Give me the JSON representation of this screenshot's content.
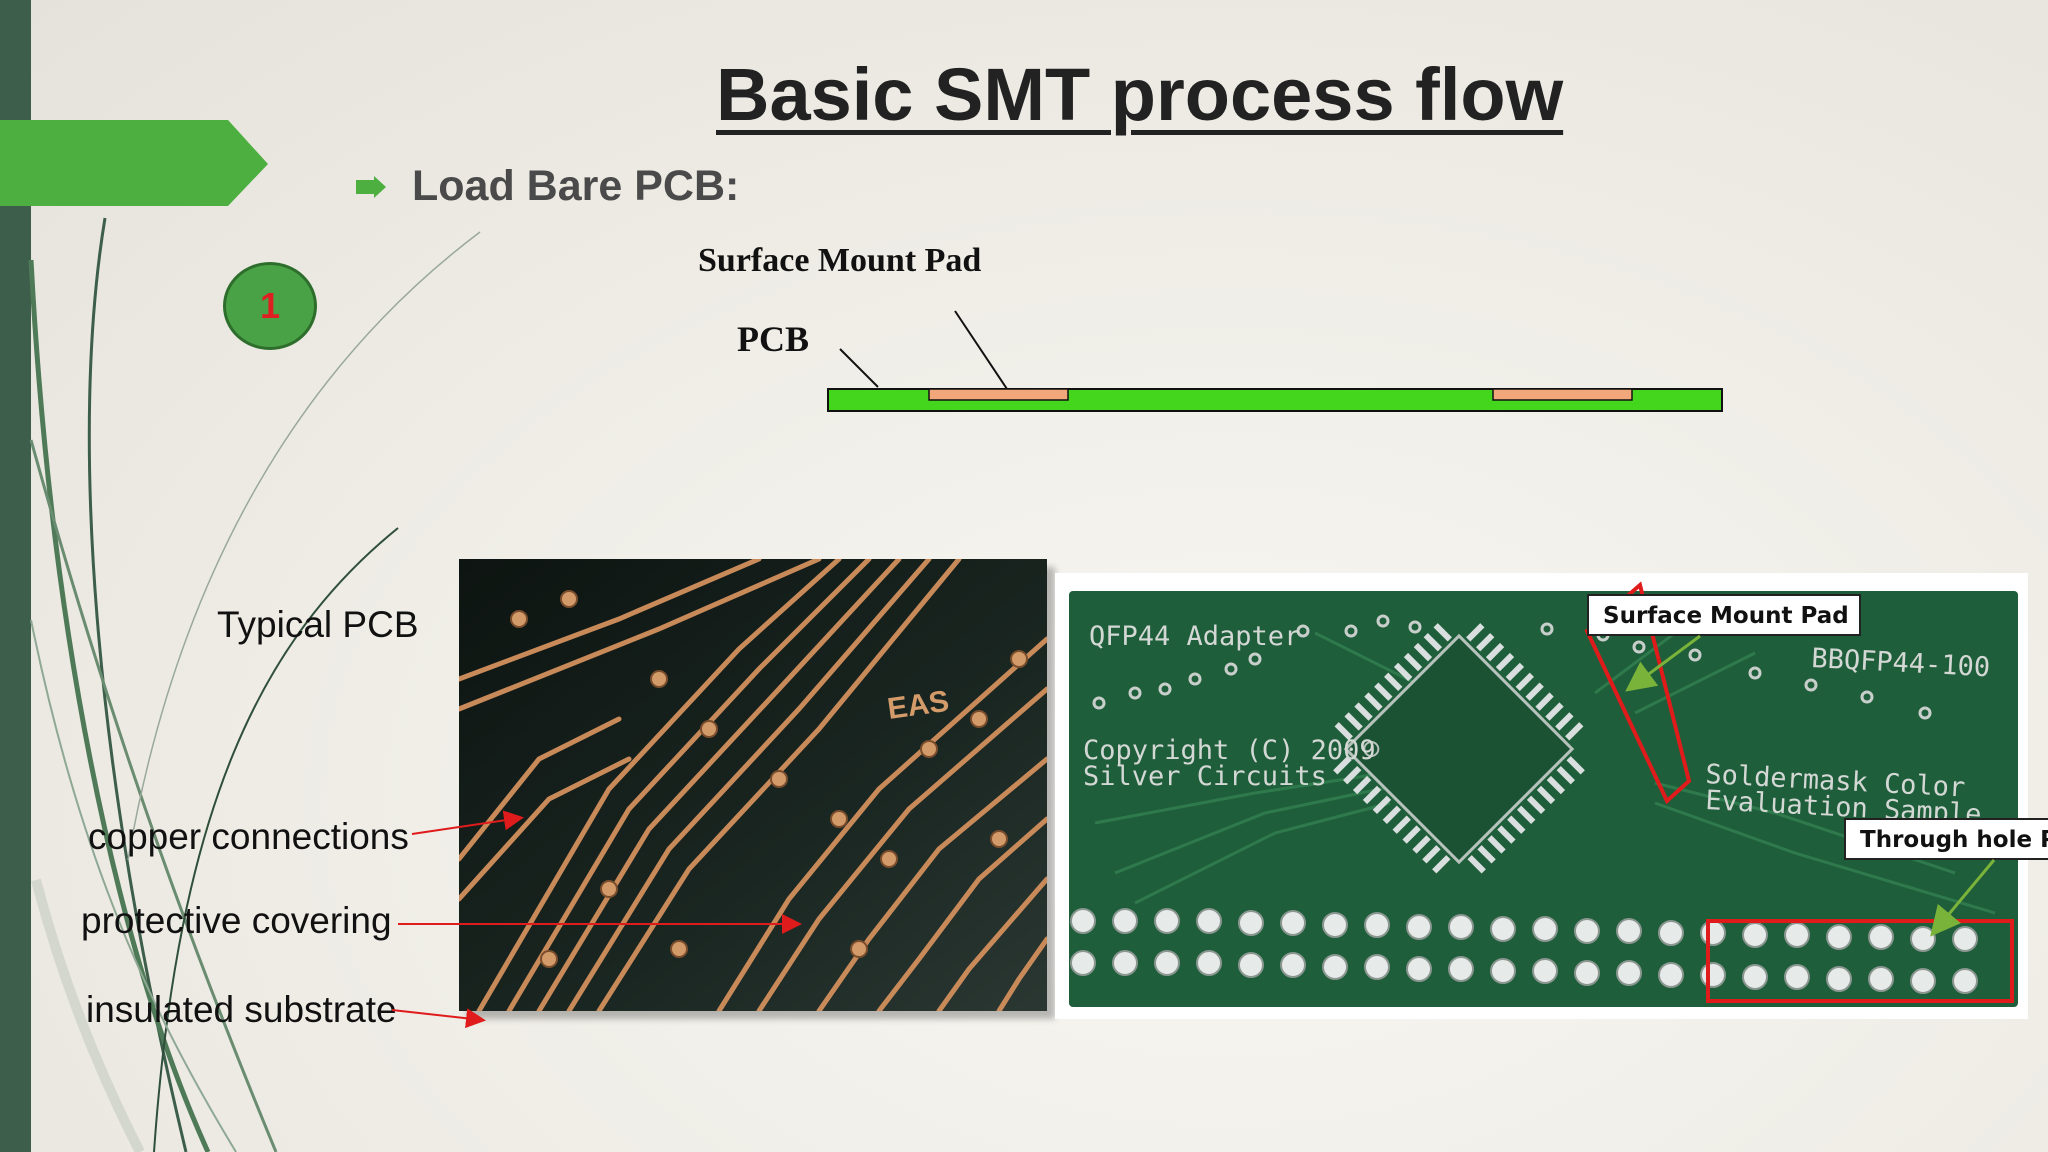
{
  "slide": {
    "title": "Basic SMT process flow",
    "bullet": "Load Bare PCB:",
    "step_number": "1"
  },
  "diagram": {
    "surface_mount_pad_label": "Surface Mount Pad",
    "pcb_label": "PCB"
  },
  "labels": {
    "typical_pcb": "Typical PCB",
    "copper_connections": "copper connections",
    "protective_covering": "protective covering",
    "insulated_substrate": "insulated substrate"
  },
  "board_photo": {
    "silkscreen_title": "QFP44 Adapter",
    "silkscreen_part": "BBQFP44-100",
    "copyright_line1": "Copyright (C) 2009",
    "copyright_line2": "Silver Circuits",
    "soldermask_line1": "Soldermask Color",
    "soldermask_line2": "Evaluation Sample",
    "callout_surface_mount": "Surface Mount  Pad",
    "callout_through_hole": "Through hole Pad"
  },
  "pcb_photo": {
    "etched_text": "EAS"
  },
  "colors": {
    "accent_green": "#4caf3f",
    "sidebar": "#3c5e4b",
    "pcb_green": "#44d61c",
    "pad_orange": "#f2a77a",
    "arrow_red": "#e01b1b",
    "board_green": "#1f5e3a"
  }
}
